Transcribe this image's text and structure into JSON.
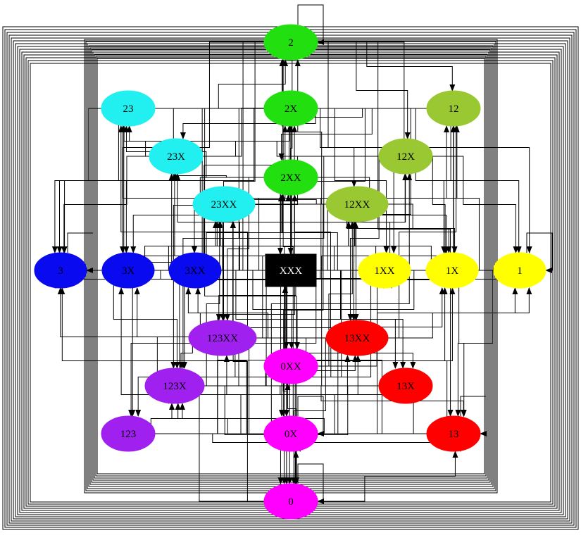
{
  "graph": {
    "nodes": [
      {
        "id": "n2",
        "label": "2",
        "color": "#22e010",
        "text": "#000000"
      },
      {
        "id": "n23",
        "label": "23",
        "color": "#22f0f0",
        "text": "#000000"
      },
      {
        "id": "n2X",
        "label": "2X",
        "color": "#22e010",
        "text": "#000000"
      },
      {
        "id": "n12",
        "label": "12",
        "color": "#9ac832",
        "text": "#000000"
      },
      {
        "id": "n23X",
        "label": "23X",
        "color": "#22f0f0",
        "text": "#000000"
      },
      {
        "id": "n12X",
        "label": "12X",
        "color": "#9ac832",
        "text": "#000000"
      },
      {
        "id": "n2XX",
        "label": "2XX",
        "color": "#22e010",
        "text": "#000000"
      },
      {
        "id": "n23XX",
        "label": "23XX",
        "color": "#22f0f0",
        "text": "#000000"
      },
      {
        "id": "n12XX",
        "label": "12XX",
        "color": "#9ac832",
        "text": "#000000"
      },
      {
        "id": "n3",
        "label": "3",
        "color": "#0a0af0",
        "text": "#000000"
      },
      {
        "id": "n3X",
        "label": "3X",
        "color": "#0a0af0",
        "text": "#000000"
      },
      {
        "id": "n3XX",
        "label": "3XX",
        "color": "#0a0af0",
        "text": "#000000"
      },
      {
        "id": "nXXX",
        "label": "XXX",
        "color": "#000000",
        "text": "#ffffff"
      },
      {
        "id": "n1XX",
        "label": "1XX",
        "color": "#ffff00",
        "text": "#000000"
      },
      {
        "id": "n1X",
        "label": "1X",
        "color": "#ffff00",
        "text": "#000000"
      },
      {
        "id": "n1",
        "label": "1",
        "color": "#ffff00",
        "text": "#000000"
      },
      {
        "id": "n123XX",
        "label": "123XX",
        "color": "#a020f0",
        "text": "#000000"
      },
      {
        "id": "n13XX",
        "label": "13XX",
        "color": "#ff0000",
        "text": "#000000"
      },
      {
        "id": "n0XX",
        "label": "0XX",
        "color": "#ff00ff",
        "text": "#000000"
      },
      {
        "id": "n123X",
        "label": "123X",
        "color": "#a020f0",
        "text": "#000000"
      },
      {
        "id": "n13X",
        "label": "13X",
        "color": "#ff0000",
        "text": "#000000"
      },
      {
        "id": "n123",
        "label": "123",
        "color": "#a020f0",
        "text": "#000000"
      },
      {
        "id": "n0X",
        "label": "0X",
        "color": "#ff00ff",
        "text": "#000000"
      },
      {
        "id": "n13",
        "label": "13",
        "color": "#ff0000",
        "text": "#000000"
      },
      {
        "id": "n0",
        "label": "0",
        "color": "#ff00ff",
        "text": "#000000"
      }
    ]
  }
}
